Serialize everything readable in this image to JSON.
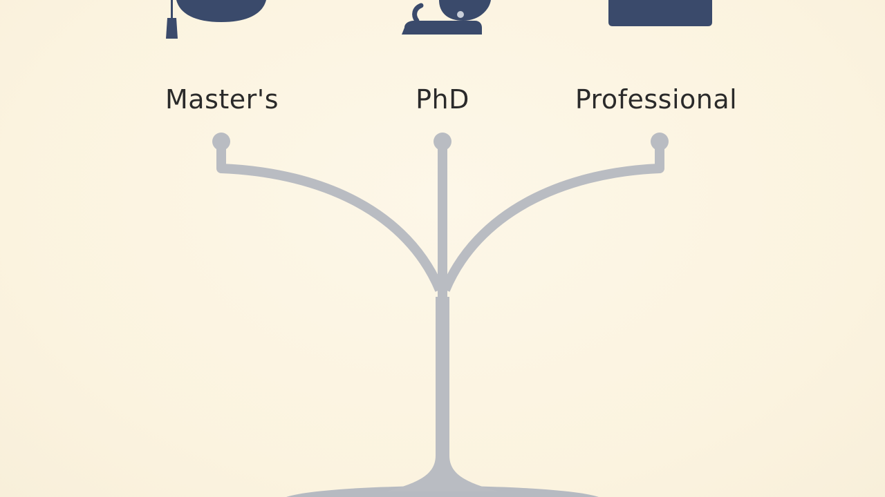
{
  "colors": {
    "background": "#fbf3df",
    "icon": "#3a4a6b",
    "branch": "#b9bcc2",
    "text": "#2a2a2a"
  },
  "paths": [
    {
      "label": "Master's",
      "icon": "graduation-cap-icon"
    },
    {
      "label": "PhD",
      "icon": "microscope-icon"
    },
    {
      "label": "Professional",
      "icon": "briefcase-icon"
    }
  ]
}
